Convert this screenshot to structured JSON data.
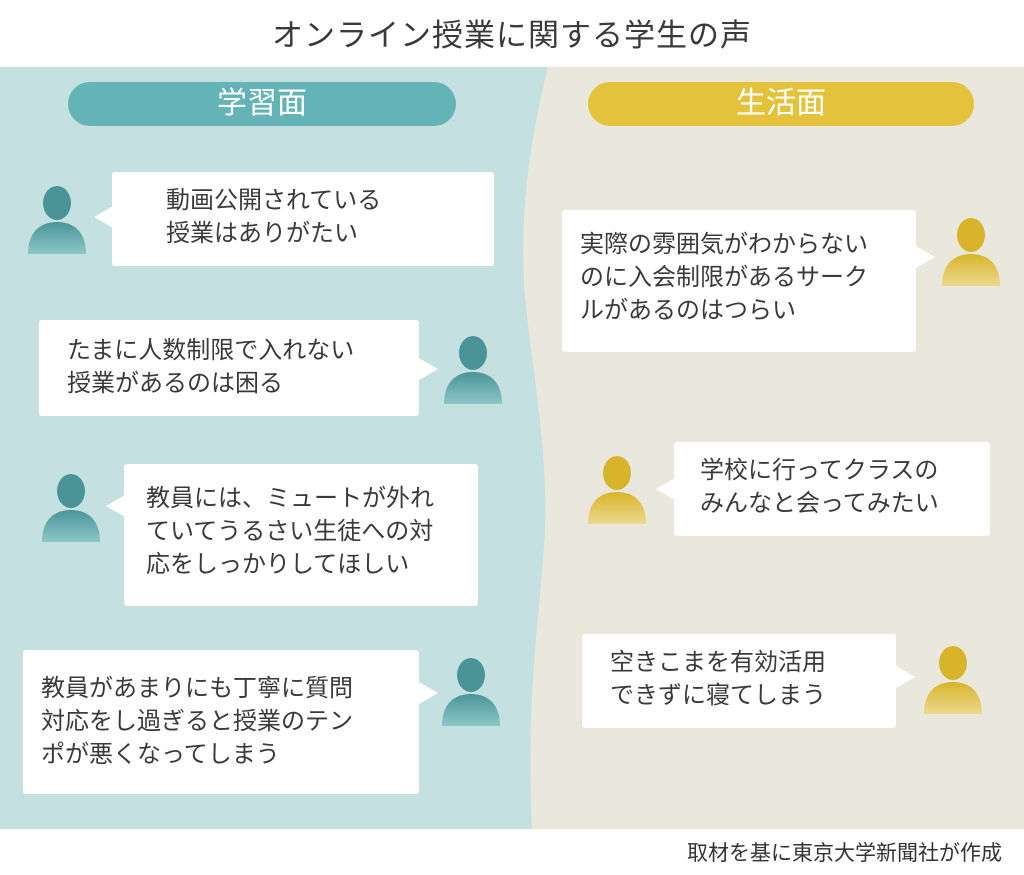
{
  "title": "オンライン授業に関する学生の声",
  "columns": {
    "study": {
      "label": "学習面",
      "color": "#64b3b6",
      "bg": "#c5e0e0"
    },
    "life": {
      "label": "生活面",
      "color": "#e5c23b",
      "bg": "#eae8dc"
    }
  },
  "study_comments": [
    {
      "lines": [
        "動画公開されている",
        "授業はありがたい"
      ]
    },
    {
      "lines": [
        "たまに人数制限で入れない",
        "授業があるのは困る"
      ]
    },
    {
      "lines": [
        "教員には、ミュートが外れ",
        "ていてうるさい生徒への対",
        "応をしっかりしてほしい"
      ]
    },
    {
      "lines": [
        "教員があまりにも丁寧に質問",
        "対応をし過ぎると授業のテン",
        "ポが悪くなってしまう"
      ]
    }
  ],
  "life_comments": [
    {
      "lines": [
        "実際の雰囲気がわからない",
        "のに入会制限があるサーク",
        "ルがあるのはつらい"
      ]
    },
    {
      "lines": [
        "学校に行ってクラスの",
        "みんなと会ってみたい"
      ]
    },
    {
      "lines": [
        "空きこまを有効活用",
        "できずに寝てしまう"
      ]
    }
  ],
  "credit": "取材を基に東京大学新聞社が作成",
  "icons": {
    "study_avatar": "person-icon-teal",
    "life_avatar": "person-icon-yellow"
  }
}
